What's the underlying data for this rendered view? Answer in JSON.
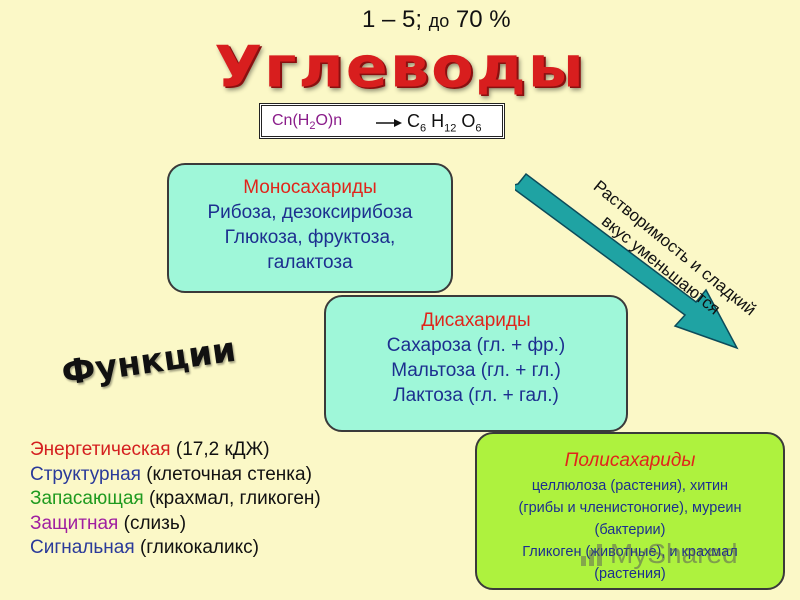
{
  "header": {
    "stat_main": "1 – 5;",
    "stat_small": "до",
    "stat_tail": "70 %",
    "title": "Углеводы"
  },
  "formula": {
    "left_parts": [
      "Cn(H",
      "2",
      "O)n"
    ],
    "right_parts": [
      "C",
      "6",
      " H",
      "12",
      " O",
      "6"
    ]
  },
  "boxes": {
    "mono": {
      "title": "Моносахариды",
      "lines": [
        "Рибоза, дезоксирибоза",
        "Глюкоза, фруктоза,",
        "галактоза"
      ]
    },
    "di": {
      "title": "Дисахариды",
      "lines": [
        "Сахароза (гл. + фр.)",
        "Мальтоза (гл. + гл.)",
        "Лактоза (гл. + гал.)"
      ]
    },
    "poly": {
      "title": "Полисахариды",
      "lines": [
        "целлюлоза (растения), хитин",
        "(грибы и членистоногие), муреин",
        "(бактерии)",
        "Гликоген (животные), и крахмал",
        "(растения)"
      ]
    }
  },
  "arrow_caption": {
    "line1": "Растворимость и сладкий",
    "line2": "вкус уменьшаются"
  },
  "functions": {
    "title": "Функции",
    "items": [
      {
        "name": "Энергетическая",
        "detail": " (17,2 кДЖ)",
        "color": "#d42020"
      },
      {
        "name": "Структурная",
        "detail": " (клеточная стенка)",
        "color": "#2a3a9a"
      },
      {
        "name": "Запасающая",
        "detail": " (крахмал, гликоген)",
        "color": "#1f9a1f"
      },
      {
        "name": "Защитная",
        "detail": " (слизь)",
        "color": "#a01fa0"
      },
      {
        "name": "Сигнальная",
        "detail": " (гликокаликс)",
        "color": "#2a3a9a"
      }
    ]
  },
  "watermark": "MyShared",
  "colors": {
    "background": "#fbf8c7",
    "box_cyan": "#9ff7d9",
    "box_green": "#aef23e",
    "title_red": "#d81e1e",
    "arrow_teal": "#1fa3a3"
  }
}
